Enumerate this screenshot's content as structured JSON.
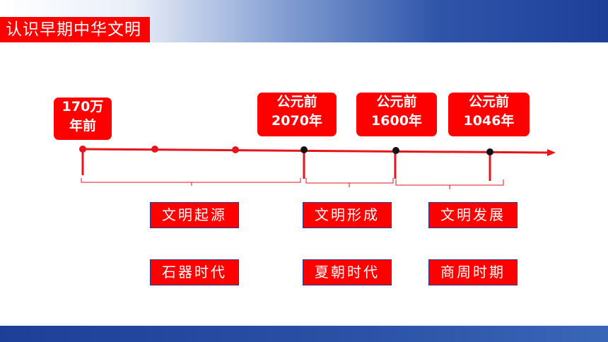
{
  "title": "认识早期中华文明",
  "dates": [
    {
      "line1": "170万",
      "line2": "年前"
    },
    {
      "line1": "公元前",
      "line2": "2070年"
    },
    {
      "line1": "公元前",
      "line2": "1600年"
    },
    {
      "line1": "公元前",
      "line2": "1046年"
    }
  ],
  "stages": [
    "文明起源",
    "文明形成",
    "文明发展"
  ],
  "eras": [
    "石器时代",
    "夏朝时代",
    "商周时期"
  ],
  "colors": {
    "accent": "#ff0000",
    "navy": "#1d3f98"
  }
}
